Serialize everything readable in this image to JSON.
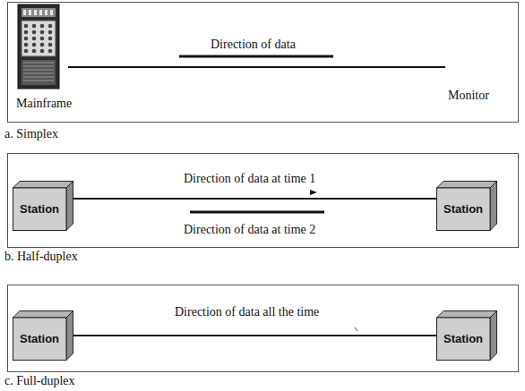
{
  "diagram": {
    "nodes": [
      {
        "text": [
          "Mainframe"
        ]
      },
      {
        "text": [
          "Monitor"
        ]
      },
      {
        "text": [
          "Station"
        ]
      },
      {
        "text": [
          "Station"
        ]
      },
      {
        "text": [
          "Station"
        ]
      },
      {
        "text": [
          "Station"
        ]
      }
    ],
    "edges": [
      {
        "from": 0,
        "to": 1,
        "arrow": "none"
      },
      {
        "from": 2,
        "to": 3,
        "arrow": "none"
      },
      {
        "from": 4,
        "to": 5,
        "arrow": "none"
      }
    ],
    "labels": [
      "Direction of data",
      "a. Simplex",
      "Direction of data at time 1",
      "Direction of data at time 2",
      "b. Half-duplex",
      "Direction of data all the time",
      "c. Full-duplex"
    ]
  }
}
